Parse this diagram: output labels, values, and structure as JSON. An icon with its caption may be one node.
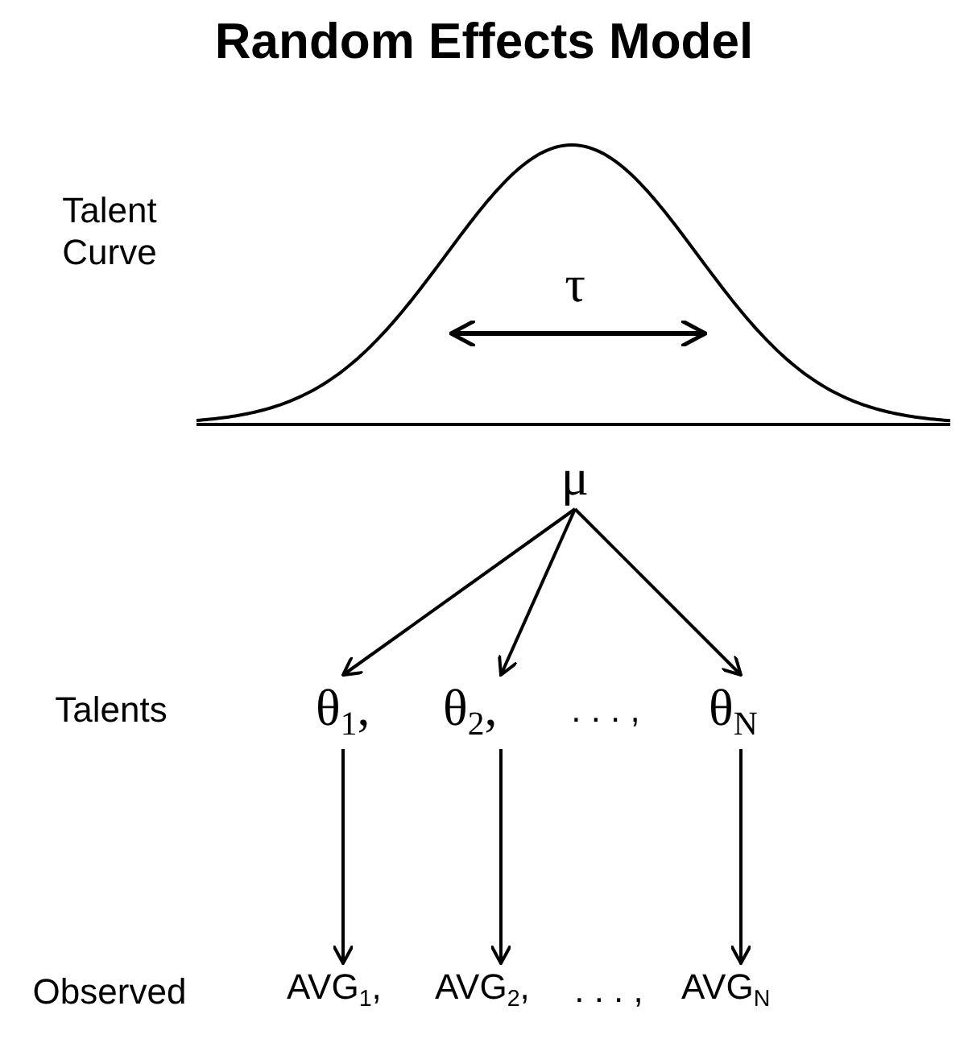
{
  "diagram": {
    "title": "Random Effects Model",
    "nodes": [
      {
        "text": [
          "μ"
        ]
      },
      {
        "text": [
          "θ$_{1}$,"
        ]
      },
      {
        "text": [
          "θ$_{2}$,"
        ]
      },
      {
        "text": [
          "θ$_{N}$"
        ]
      },
      {
        "text": [
          "AVG$_{1}$,"
        ]
      },
      {
        "text": [
          "AVG$_{2}$,"
        ]
      },
      {
        "text": [
          "AVG$_{N}$"
        ]
      }
    ],
    "edges": [
      {
        "from": 0,
        "to": 1,
        "arrow": "to"
      },
      {
        "from": 0,
        "to": 2,
        "arrow": "to"
      },
      {
        "from": 0,
        "to": 3,
        "arrow": "to"
      },
      {
        "from": 1,
        "to": 4,
        "arrow": "to"
      },
      {
        "from": 2,
        "to": 5,
        "arrow": "to"
      },
      {
        "from": 3,
        "to": 6,
        "arrow": "to"
      }
    ],
    "labels": [
      "Talent Curve",
      "τ",
      "Talents",
      ". . . ,",
      "Observed",
      ". . . ,"
    ]
  }
}
